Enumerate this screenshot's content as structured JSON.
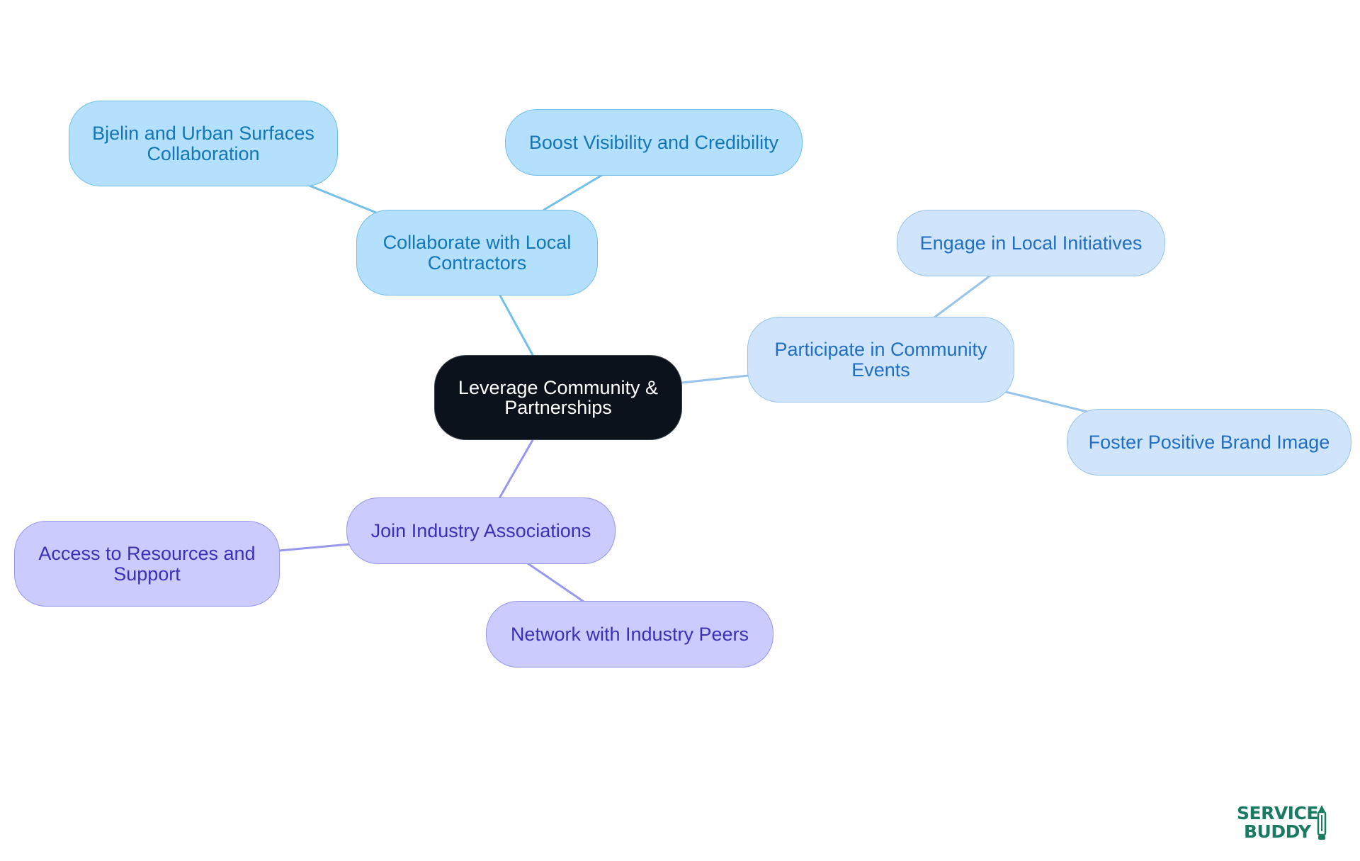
{
  "mindmap": {
    "center": {
      "label_line1": "Leverage Community &",
      "label_line2": "Partnerships"
    },
    "branches": [
      {
        "label_line1": "Collaborate with Local",
        "label_line2": "Contractors",
        "color": "#b4e0fd",
        "children": [
          {
            "label_line1": "Bjelin and Urban Surfaces",
            "label_line2": "Collaboration"
          },
          {
            "label_line1": "Boost Visibility and Credibility",
            "label_line2": ""
          }
        ]
      },
      {
        "label_line1": "Participate in Community",
        "label_line2": "Events",
        "color": "#d0e4fb",
        "children": [
          {
            "label_line1": "Engage in Local Initiatives",
            "label_line2": ""
          },
          {
            "label_line1": "Foster Positive Brand Image",
            "label_line2": ""
          }
        ]
      },
      {
        "label_line1": "Join Industry Associations",
        "label_line2": "",
        "color": "#cbcbfd",
        "children": [
          {
            "label_line1": "Access to Resources and",
            "label_line2": "Support"
          },
          {
            "label_line1": "Network with Industry Peers",
            "label_line2": ""
          }
        ]
      }
    ]
  },
  "logo": {
    "word1": "SERVICE",
    "word2": "BUDDY"
  },
  "colors": {
    "center_fill": "#0b121b",
    "branch_sky": "#b4e0fd",
    "branch_pale": "#d0e4fb",
    "branch_violet": "#cbcbfd",
    "logo_green": "#1a7a62"
  }
}
